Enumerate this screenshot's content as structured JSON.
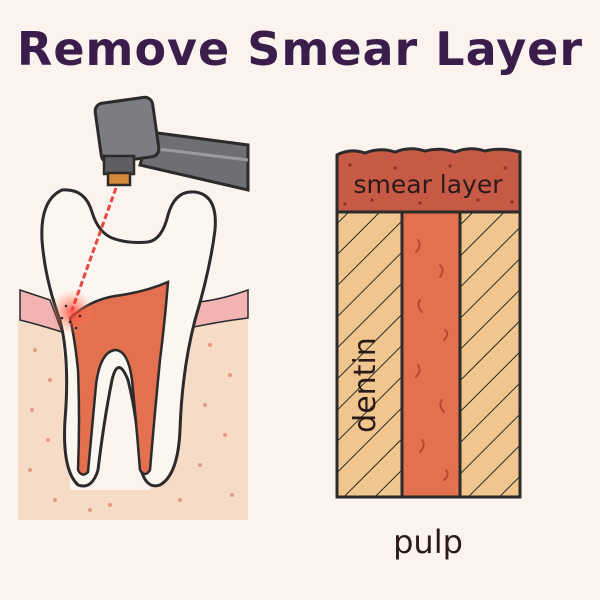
{
  "title": "Remove Smear Layer",
  "labels": {
    "smear_layer": "smear layer",
    "dentin": "dentin",
    "pulp": "pulp"
  },
  "colors": {
    "background": "#fcf3ee",
    "title": "#3b1d4b",
    "laser": "#e8352f",
    "pulp": "#e3704f",
    "dentin": "#f0c58e",
    "smear_layer": "#c75a45",
    "gum": "#f2b3b3",
    "bone": "#f6dcc7",
    "tooth": "#fbf6ef",
    "outline": "#2b2b2b"
  },
  "icons": [
    "laser-handpiece-icon",
    "tooth-icon"
  ]
}
